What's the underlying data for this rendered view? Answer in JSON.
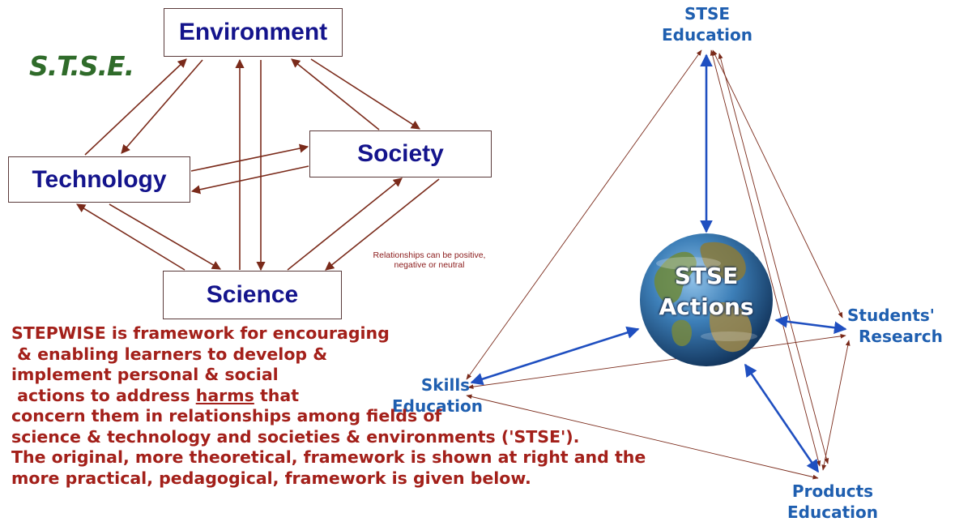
{
  "left_diagram": {
    "title": "S.T.S.E.",
    "boxes": {
      "environment": "Environment",
      "society": "Society",
      "technology": "Technology",
      "science": "Science"
    },
    "note": "Relationships can be positive, negative or neutral"
  },
  "right_diagram": {
    "nodes": {
      "stse_education": [
        "STSE",
        "Education"
      ],
      "students_research": [
        "Students'",
        "Research"
      ],
      "skills_education": [
        "Skills",
        "Education"
      ],
      "products_education": [
        "Products",
        "Education"
      ]
    },
    "globe_label": [
      "STSE",
      "Actions"
    ]
  },
  "description": {
    "lines": [
      "STEPWISE is framework for encouraging",
      " & enabling learners to develop &",
      "implement personal & social",
      " actions to address ",
      "concern them in relationships among fields of",
      "science & technology and societies & environments ('STSE').",
      "The original, more theoretical, framework is shown at right and the",
      "more practical, pedagogical, framework is given below."
    ],
    "underlined_word": "harms",
    "line4_suffix": " that"
  },
  "colors": {
    "box_text": "#14148c",
    "arrow_brown": "#7a2a1a",
    "arrow_blue": "#1f4fc0",
    "node_label": "#1f5fb0",
    "desc_text": "#a3201a",
    "stse_title": "#2f6b2a"
  }
}
